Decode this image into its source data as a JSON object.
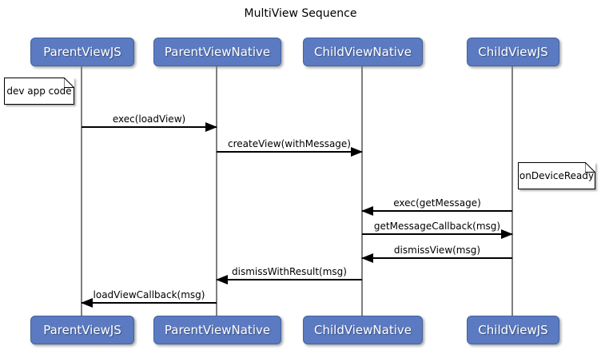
{
  "title": "MultiView Sequence",
  "actors": [
    {
      "name": "ParentViewJS"
    },
    {
      "name": "ParentViewNative"
    },
    {
      "name": "ChildViewNative"
    },
    {
      "name": "ChildViewJS"
    }
  ],
  "notes": [
    {
      "text": "dev app code",
      "attached_to": "ParentViewJS",
      "side": "left"
    },
    {
      "text": "onDeviceReady",
      "attached_to": "ChildViewJS",
      "side": "right"
    }
  ],
  "messages": [
    {
      "label": "exec(loadView)",
      "from": "ParentViewJS",
      "to": "ParentViewNative",
      "direction": "right"
    },
    {
      "label": "createView(withMessage)",
      "from": "ParentViewNative",
      "to": "ChildViewNative",
      "direction": "right"
    },
    {
      "label": "exec(getMessage)",
      "from": "ChildViewJS",
      "to": "ChildViewNative",
      "direction": "left"
    },
    {
      "label": "getMessageCallback(msg)",
      "from": "ChildViewNative",
      "to": "ChildViewJS",
      "direction": "right"
    },
    {
      "label": "dismissView(msg)",
      "from": "ChildViewJS",
      "to": "ChildViewNative",
      "direction": "left"
    },
    {
      "label": "dismissWithResult(msg)",
      "from": "ChildViewNative",
      "to": "ParentViewNative",
      "direction": "left"
    },
    {
      "label": "loadViewCallback(msg)",
      "from": "ParentViewNative",
      "to": "ParentViewJS",
      "direction": "left"
    }
  ],
  "colors": {
    "background": "#FFFFFF",
    "actor_fill": "#5B7AC1",
    "actor_border": "#42639C",
    "actor_text": "#FFFFFF",
    "lifeline": "#7F7F7F",
    "arrow": "#000000",
    "note_fill": "#FFFFFF",
    "note_border": "#000000",
    "label_text": "#000000"
  }
}
